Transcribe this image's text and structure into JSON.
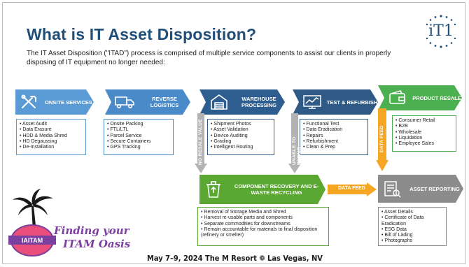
{
  "title": "What is IT Asset Disposition?",
  "subtitle": "The IT Asset Disposition (\"ITAD\") process is comprised of multiple service components to assist our clients in properly disposing of IT equipment no longer needed:",
  "logo_text": "iT1",
  "stages": [
    {
      "label": "ONSITE SERVICES",
      "icon": "tools-icon",
      "color": "#5b9bd5",
      "items": [
        "Asset Audit",
        "Data Erasure",
        "HDD & Media Shred",
        "HD Degaussing",
        "De-Installation"
      ]
    },
    {
      "label": "REVERSE LOGISTICS",
      "icon": "truck-icon",
      "color": "#4a8ac9",
      "items": [
        "Onsite Packing",
        "FTL/LTL",
        "Parcel Service",
        "Secure Containers",
        "GPS Tracking"
      ]
    },
    {
      "label": "WAREHOUSE PROCESSING",
      "icon": "warehouse-icon",
      "color": "#2e5e8f",
      "items": [
        "Shipment Photos",
        "Asset Validation",
        "Device Auditing",
        "Grading",
        "Intelligent Routing"
      ]
    },
    {
      "label": "TEST & REFURBISH",
      "icon": "monitor-chart-icon",
      "color": "#2f5a85",
      "items": [
        "Functional Test",
        "Data Eradication",
        "Repairs",
        "Refurbishment",
        "Clean & Prep"
      ]
    },
    {
      "label": "PRODUCT RESALE",
      "icon": "wallet-icon",
      "color": "#4caf50",
      "items": [
        "Consumer Retail",
        "B2B",
        "Wholesale",
        "Liquidation",
        "Employee Sales"
      ]
    }
  ],
  "recycling": {
    "label": "COMPONENT RECOVERY AND E-WASTE RECYCLING",
    "icon": "recycle-bin-icon",
    "color": "#5aa832",
    "items": [
      "Removal of Storage Media and Shred",
      "Harvest re-usable parts and components",
      "Separate commodities for downstreams",
      "Remain accountable for materials to final disposition (refinery or smelter)"
    ]
  },
  "reporting": {
    "label": "ASSET REPORTING",
    "icon": "report-icon",
    "color": "#8c8c8c",
    "items": [
      "Asset Details",
      "Certificate of Data Eradication",
      "ESG Data",
      "Bill of Lading",
      "Photographs"
    ]
  },
  "arrows": {
    "no_resale_value": "NO RESALE VALUE",
    "unable_to_repair": "UNABLE TO REPAIR",
    "data_feed_vertical": "DATA FEED",
    "data_feed_horizontal": "DATA FEED"
  },
  "event": {
    "brand_line1": "Finding your",
    "brand_line2": "ITAM Oasis",
    "badge": "IAITAM",
    "footer": "May 7–9, 2024  The M Resort ❁ Las Vegas, NV"
  },
  "colors": {
    "title": "#1f4e79",
    "arrow_gray": "#b3b3b3",
    "arrow_orange": "#f5a623",
    "green_border": "#5aa832",
    "blue_border": "#2e5e8f"
  }
}
